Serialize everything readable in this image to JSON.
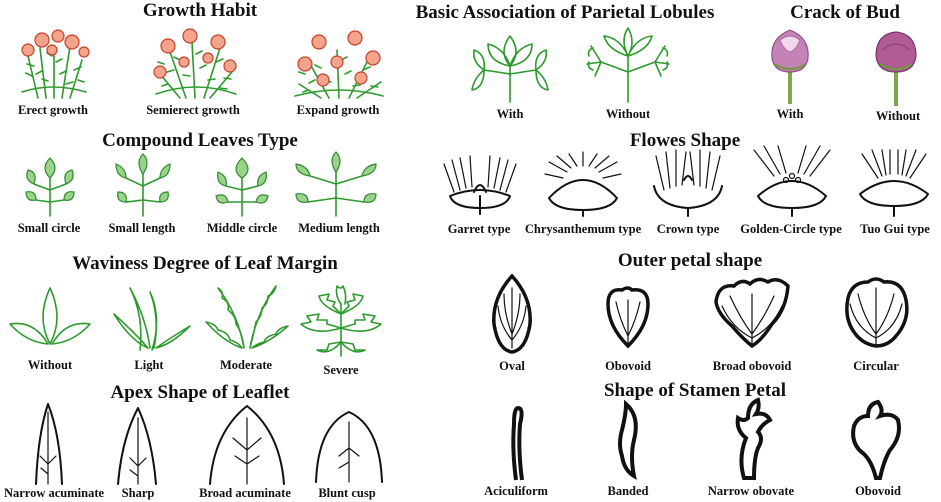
{
  "sections": {
    "growth_habit": {
      "title": "Growth Habit",
      "items": [
        "Erect growth",
        "Semierect growth",
        "Expand growth"
      ]
    },
    "parietal": {
      "title": "Basic Association of Parietal Lobules",
      "items": [
        "With",
        "Without"
      ]
    },
    "crack_bud": {
      "title": "Crack of Bud",
      "items": [
        "With",
        "Without"
      ]
    },
    "compound_leaves": {
      "title": "Compound Leaves Type",
      "items": [
        "Small circle",
        "Small length",
        "Middle circle",
        "Medium length"
      ]
    },
    "flower_shape": {
      "title": "Flowes Shape",
      "items": [
        "Garret type",
        "Chrysanthemum type",
        "Crown type",
        "Golden-Circle type",
        "Tuo Gui type"
      ]
    },
    "waviness": {
      "title": "Waviness Degree of Leaf Margin",
      "items": [
        "Without",
        "Light",
        "Moderate",
        "Severe"
      ]
    },
    "outer_petal": {
      "title": "Outer petal shape",
      "items": [
        "Oval",
        "Obovoid",
        "Broad obovoid",
        "Circular"
      ]
    },
    "apex": {
      "title": "Apex Shape of Leaflet",
      "items": [
        "Narrow acuminate",
        "Sharp",
        "Broad acuminate",
        "Blunt cusp"
      ]
    },
    "stamen_petal": {
      "title": "Shape of Stamen Petal",
      "items": [
        "Aciculiform",
        "Banded",
        "Narrow obovate",
        "Obovoid"
      ]
    }
  },
  "colors": {
    "leaf_green": "#2e9a2e",
    "rose_red": "#c5402c",
    "bud_pink": "#b05a96",
    "ink": "#111111"
  }
}
